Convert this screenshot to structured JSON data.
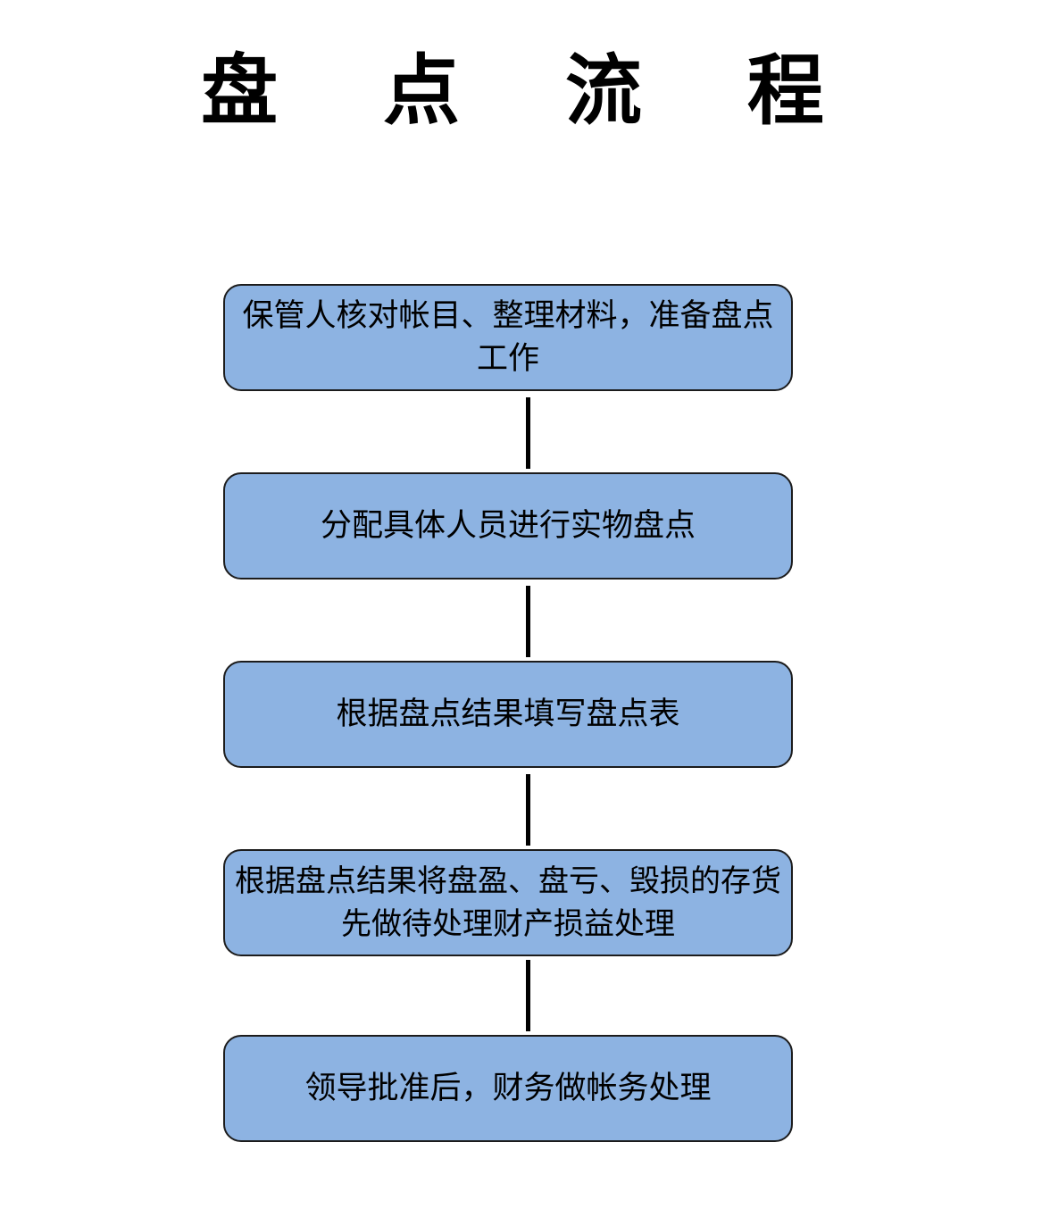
{
  "title": "盘点流程",
  "title_display": "盘 点 流 程",
  "colors": {
    "box_fill": "#8db3e2",
    "box_border": "#1c1c1c",
    "connector": "#000000",
    "text": "#000000",
    "background": "#ffffff"
  },
  "steps": [
    {
      "label": "保管人核对帐目、整理材料，准备盘点工作"
    },
    {
      "label": "分配具体人员进行实物盘点"
    },
    {
      "label": "根据盘点结果填写盘点表"
    },
    {
      "label": "根据盘点结果将盘盈、盘亏、毁损的存货先做待处理财产损益处理"
    },
    {
      "label": "领导批准后，财务做帐务处理"
    }
  ]
}
